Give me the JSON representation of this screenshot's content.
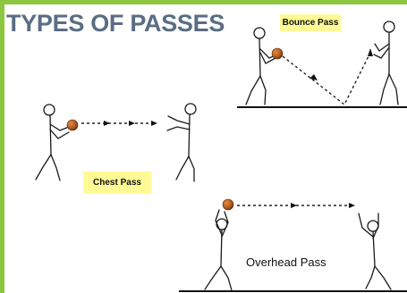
{
  "title": "TYPES OF PASSES",
  "passes": {
    "bounce": {
      "label": "Bounce Pass"
    },
    "chest": {
      "label": "Chest Pass"
    },
    "overhead": {
      "label": "Overhead Pass"
    }
  },
  "colors": {
    "frame_border": "#8dc63f",
    "title_text": "#5b6d84",
    "label_box": "#fffa96",
    "ball": "#b05a1e"
  },
  "icons": {
    "ball": "basketball-icon",
    "player": "stick-figure-icon"
  }
}
